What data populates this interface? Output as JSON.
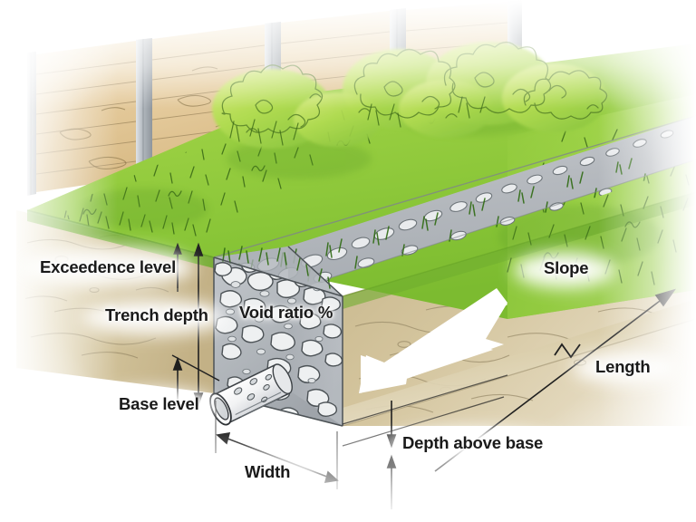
{
  "diagram": {
    "title": "Infiltration trench / soakaway cross-section",
    "style": "hand-drawn isometric cut-away illustration",
    "labels": {
      "exceedence_level": "Exceedence level",
      "trench_depth": "Trench depth",
      "base_level": "Base level",
      "void_ratio": "Void ratio %",
      "width": "Width",
      "depth_above_base": "Depth above base",
      "slope": "Slope",
      "length": "Length"
    },
    "elements": {
      "fence": "wooden-fence",
      "shrubs": "hedge-bushes",
      "lawn": "grass-turf",
      "gravel_strip": "gravel-surface-strip",
      "trench_fill": "gravel-void-fill",
      "pipe": "perforated-drainage-pipe",
      "soil": "soil-cutaway",
      "flow_arrow": "water-flow-arrow"
    },
    "colors": {
      "grass_light": "#a8d84b",
      "grass_mid": "#8cc63f",
      "grass_dark": "#6fae2e",
      "soil_light": "#ded2b0",
      "soil_mid": "#cdbd94",
      "soil_dark": "#b8a47a",
      "fence_wood": "#e8d2a6",
      "fence_post": "#c9cdd2",
      "gravel_grey": "#b9bdc2",
      "gravel_stone": "#eceef0",
      "ink": "#2b2b2b",
      "white_arrow": "#ffffff",
      "label_text": "#1a1a1a"
    }
  }
}
